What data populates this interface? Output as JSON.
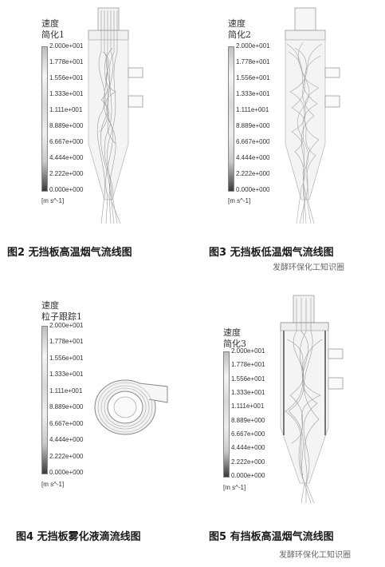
{
  "legend_ticks": [
    "2.000e+001",
    "1.778e+001",
    "1.556e+001",
    "1.333e+001",
    "1.111e+001",
    "8.889e+000",
    "6.667e+000",
    "4.444e+000",
    "2.222e+000",
    "0.000e+000"
  ],
  "unit": "[m s^-1]",
  "panels": {
    "fig2": {
      "title1": "速度",
      "title2": "简化1",
      "caption": "图2 无挡板高温烟气流线图"
    },
    "fig3": {
      "title1": "速度",
      "title2": "简化2",
      "caption": "图3 无挡板低温烟气流线图"
    },
    "fig4": {
      "title1": "速度",
      "title2": "粒子跟踪1",
      "caption": "图4 无挡板雾化液滴流线图"
    },
    "fig5": {
      "title1": "速度",
      "title2": "简化3",
      "caption": "图5 有挡板高温烟气流线图"
    }
  },
  "watermark": "发酵环保化工知识圈",
  "colors": {
    "caption": "#1a1a1a",
    "bar_dark": "#3a3a3a",
    "stream": "#9a9a9a"
  }
}
